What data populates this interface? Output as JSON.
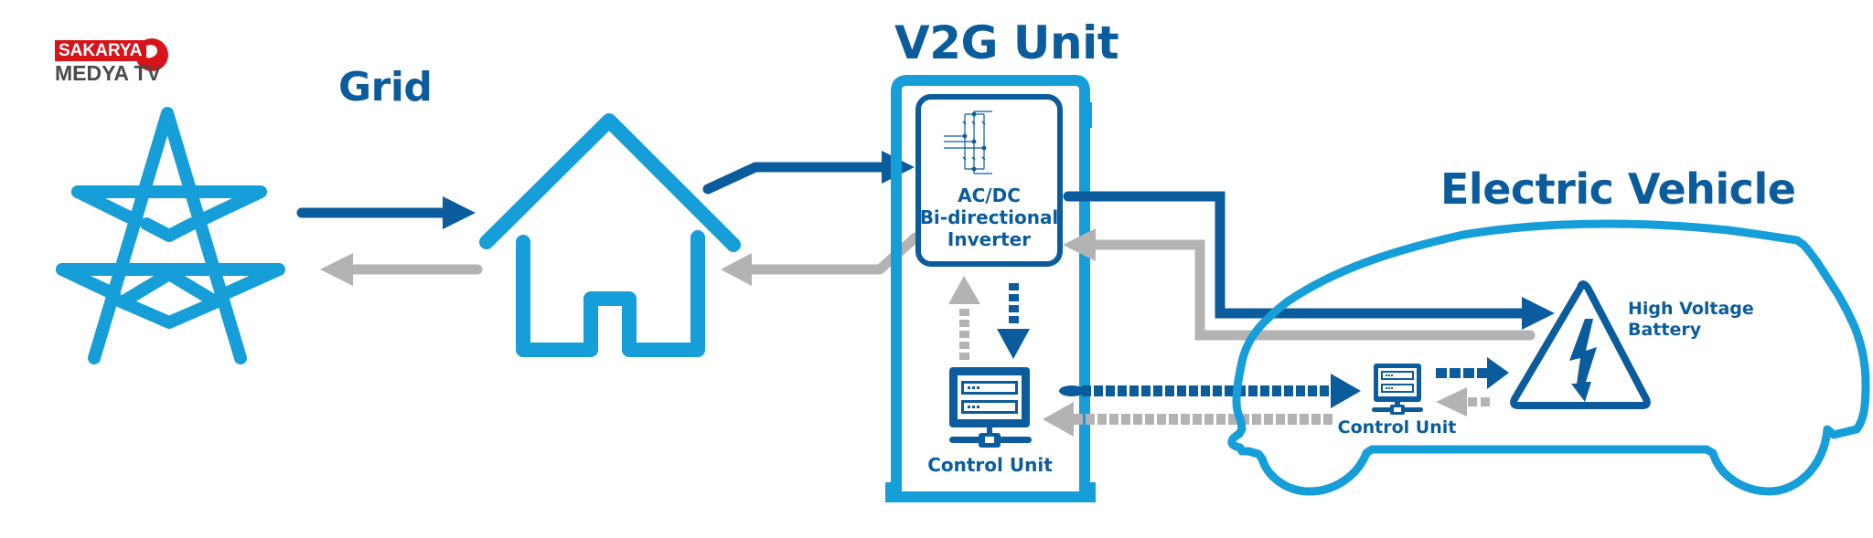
{
  "logo": {
    "line1": "SAKARYA",
    "line2": "MEDYA TV",
    "brand_color": "#d7141a"
  },
  "sections": {
    "grid": {
      "title": "Grid"
    },
    "v2g": {
      "title": "V2G Unit",
      "inverter": {
        "line1": "AC/DC",
        "line2": "Bi-directional",
        "line3": "Inverter"
      },
      "control_unit": "Control Unit"
    },
    "ev": {
      "title": "Electric Vehicle",
      "battery": {
        "line1": "High Voltage",
        "line2": "Battery"
      },
      "control_unit": "Control Unit"
    }
  },
  "icons": {
    "grid": "power-tower-icon",
    "home": "house-icon",
    "inverter": "inverter-circuit-icon",
    "control": "server-monitor-icon",
    "battery": "high-voltage-warning-icon",
    "vehicle": "car-outline-icon"
  },
  "legend_semantics": {
    "power_to_vehicle": "dark blue solid arrows",
    "power_to_grid": "gray solid arrows",
    "control_signal_forward": "dark blue dashed arrows",
    "control_signal_return": "gray dashed arrows"
  },
  "colors": {
    "light_blue": "#169ed9",
    "dark_blue": "#0b5c9c",
    "gray": "#b3b3b3",
    "text": "#0b5c9c"
  }
}
